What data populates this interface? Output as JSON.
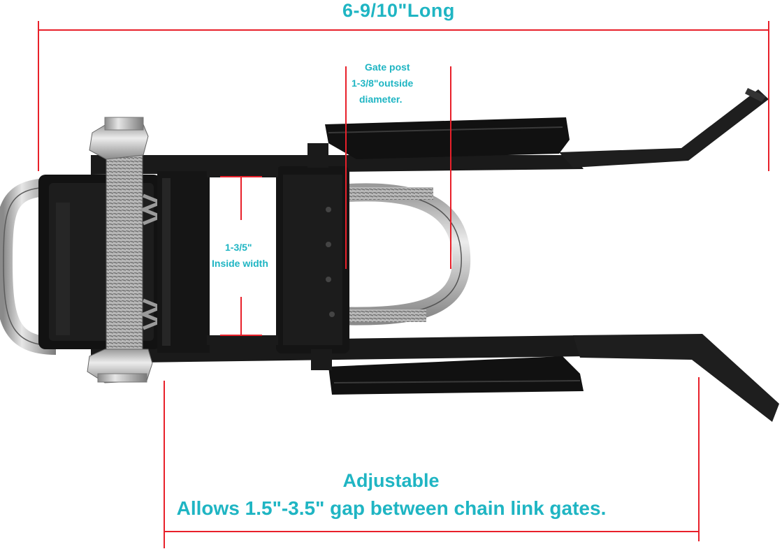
{
  "colors": {
    "dimension_line": "#e8202a",
    "label_text": "#1fb5c3",
    "metal_black": "#141414",
    "zinc": "#c8c8c8",
    "background": "#ffffff"
  },
  "dimensions": {
    "overall_length": "6-9/10\"Long",
    "gate_post_line1": "Gate post",
    "gate_post_line2": "1-3/8\"outside",
    "gate_post_line3": "diameter.",
    "inside_width_line1": "1-3/5\"",
    "inside_width_line2": "Inside width",
    "adjustable_title": "Adjustable",
    "adjustable_range": "Allows 1.5\"-3.5\" gap between chain link gates."
  }
}
